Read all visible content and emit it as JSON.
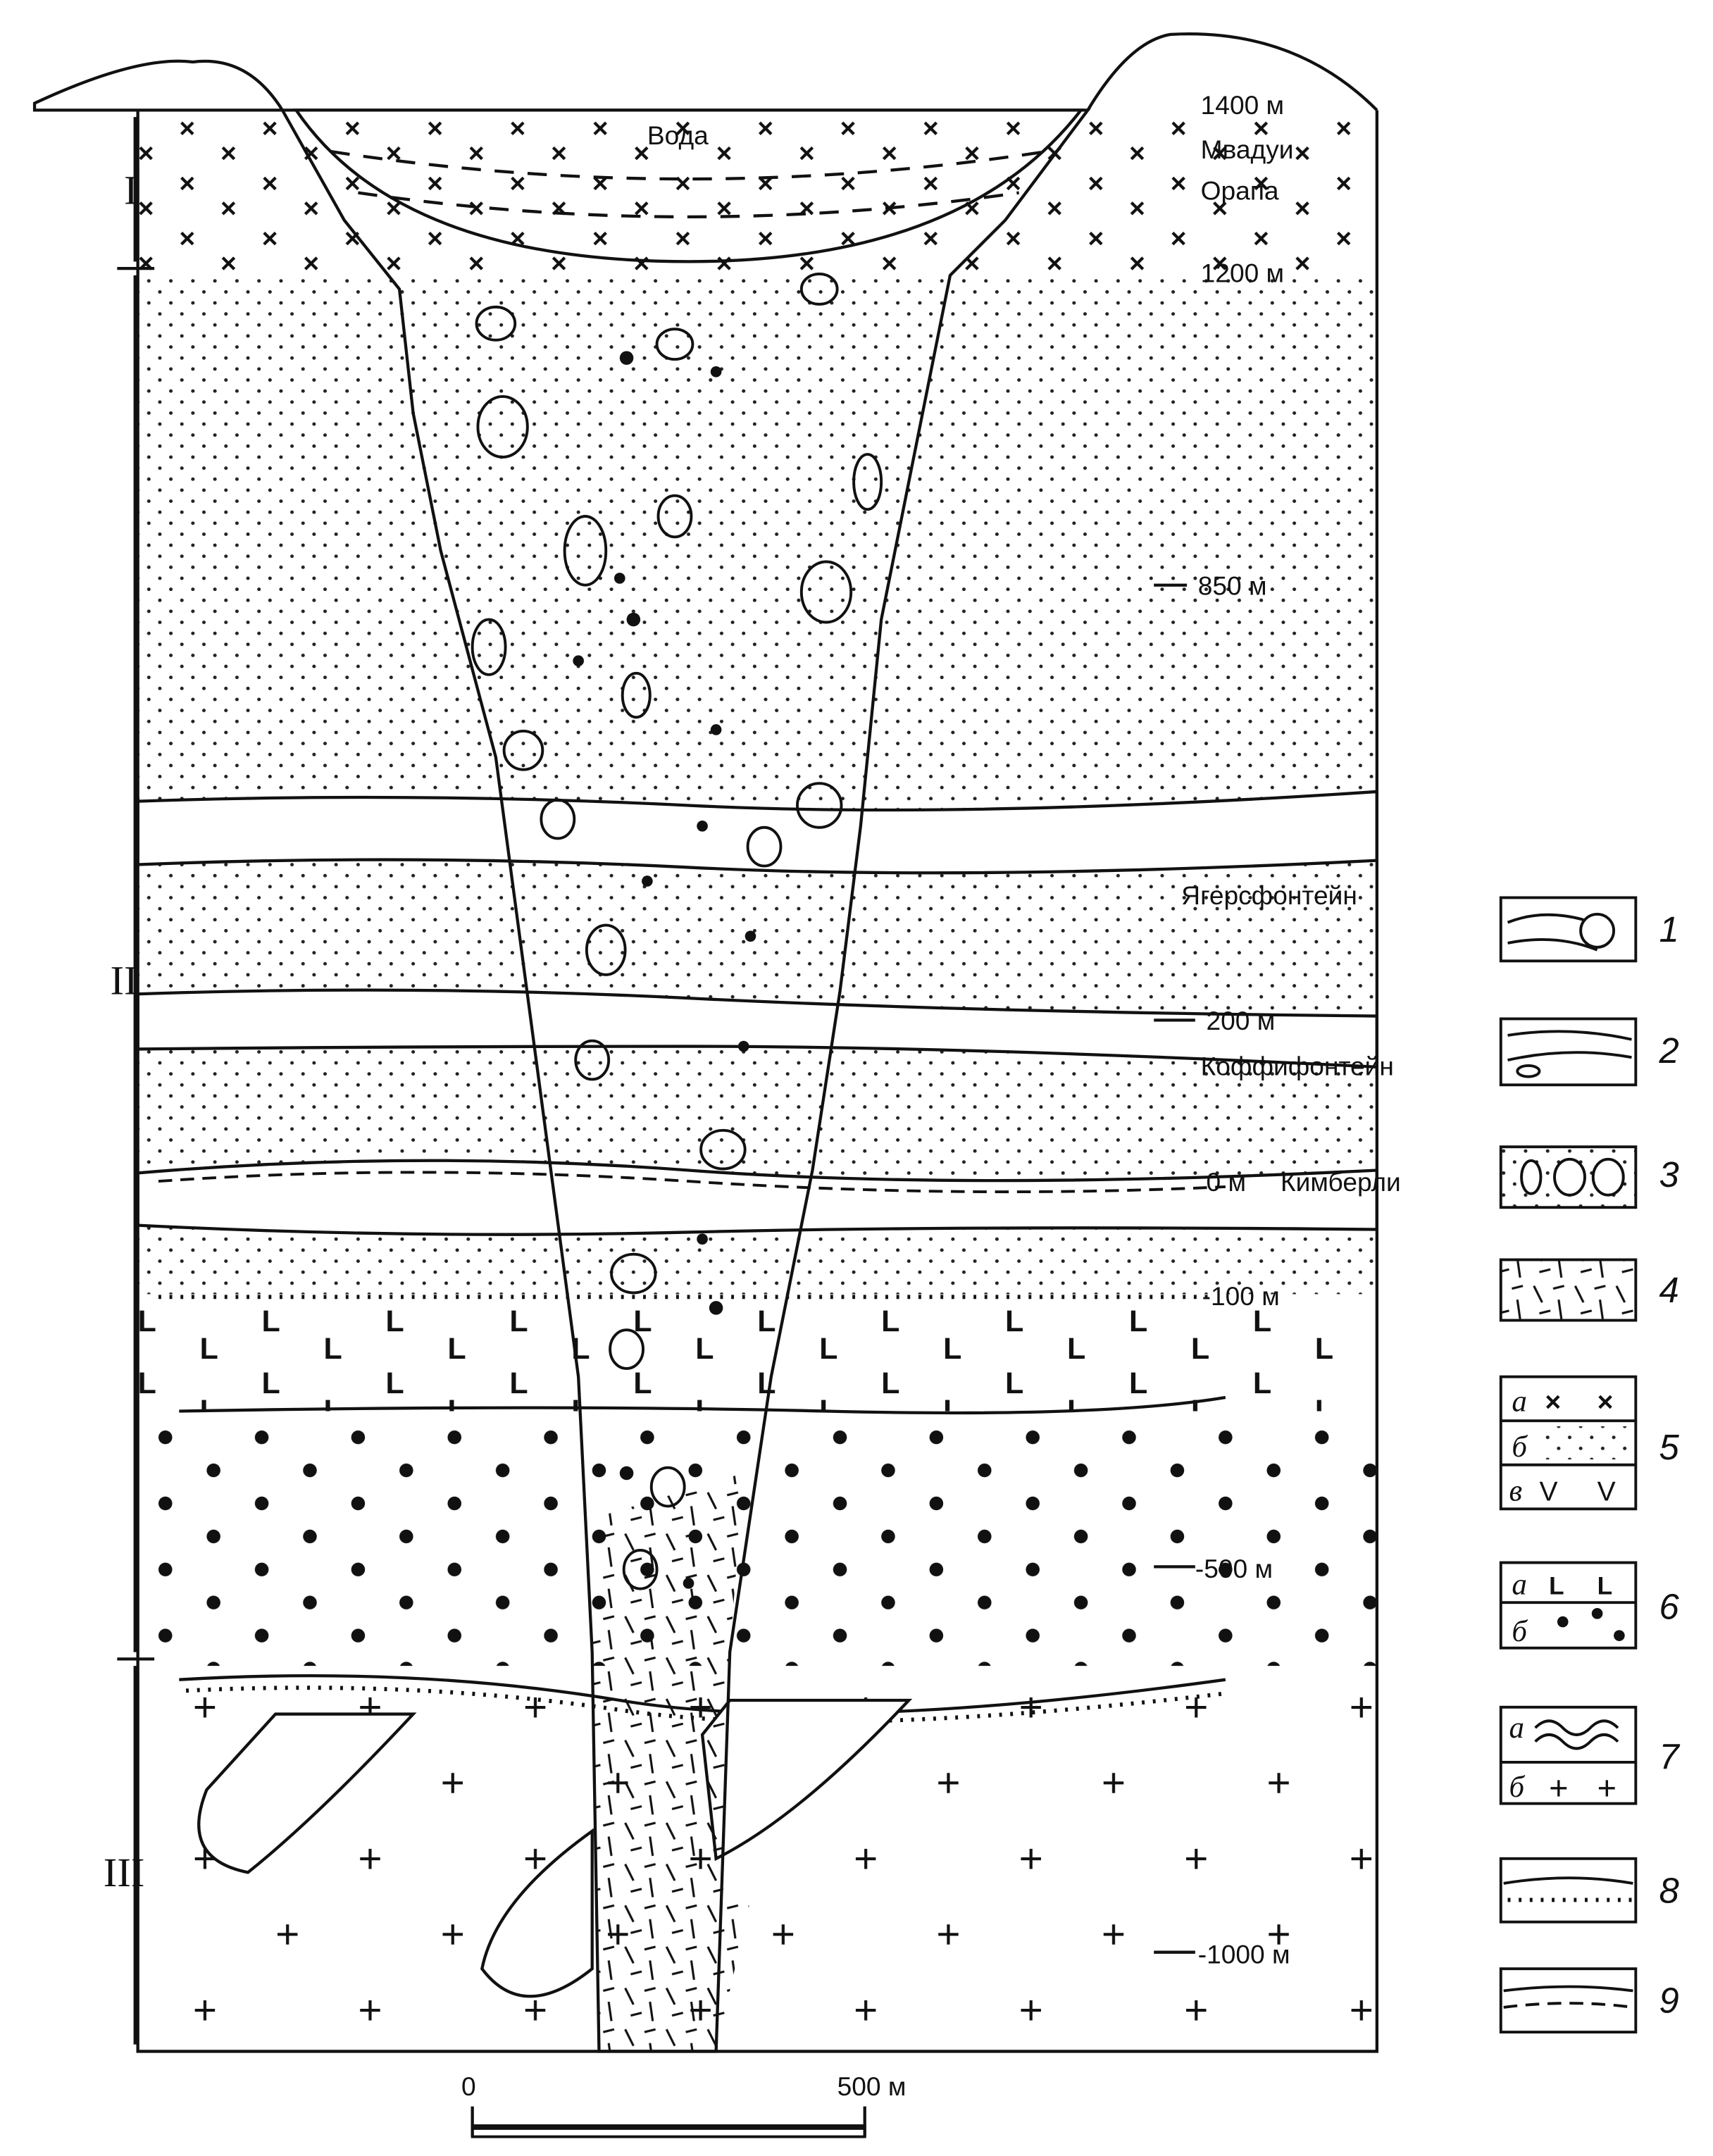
{
  "section": {
    "water_label": "Вода",
    "depth_labels": [
      "1400 м",
      "1200 м",
      "850 м",
      "200 м",
      "0 м",
      "-100 м",
      "-500 м",
      "-1000 м"
    ],
    "pipe_names": [
      "Мвадуи",
      "Орапа",
      "Ягерсфонтейн",
      "Коффифонтейн",
      "Кимберли"
    ],
    "zones": [
      "I",
      "II",
      "III"
    ]
  },
  "scale_bar": {
    "start": "0",
    "end": "500 м"
  },
  "legend": {
    "numbers": [
      "1",
      "2",
      "3",
      "4",
      "5",
      "6",
      "7",
      "8",
      "9"
    ],
    "sub_a": "а",
    "sub_b": "б",
    "sub_v": "в"
  }
}
